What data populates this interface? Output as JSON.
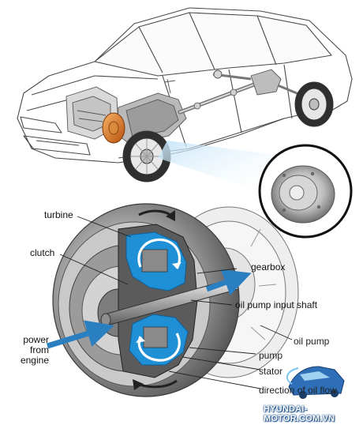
{
  "labels": {
    "turbine": "turbine",
    "clutch": "clutch",
    "gearbox": "gearbox",
    "oil_pump_input_shaft": "oil pump input shaft",
    "oil_pump": "oil pump",
    "power_from_engine": "power from engine",
    "pump": "pump",
    "stator": "stator",
    "direction_of_oil_flow": "direction of oil flow"
  },
  "watermark": {
    "text": "HYUNDAI-MOTOR.COM.VN"
  },
  "colors": {
    "oil_blue": "#1f8fd6",
    "arrow_blue": "#2a7fc1",
    "highlight": "#9fd1f0",
    "line": "#333333",
    "shell_gray": "#9a9a9a",
    "orange": "#e07a1f"
  }
}
